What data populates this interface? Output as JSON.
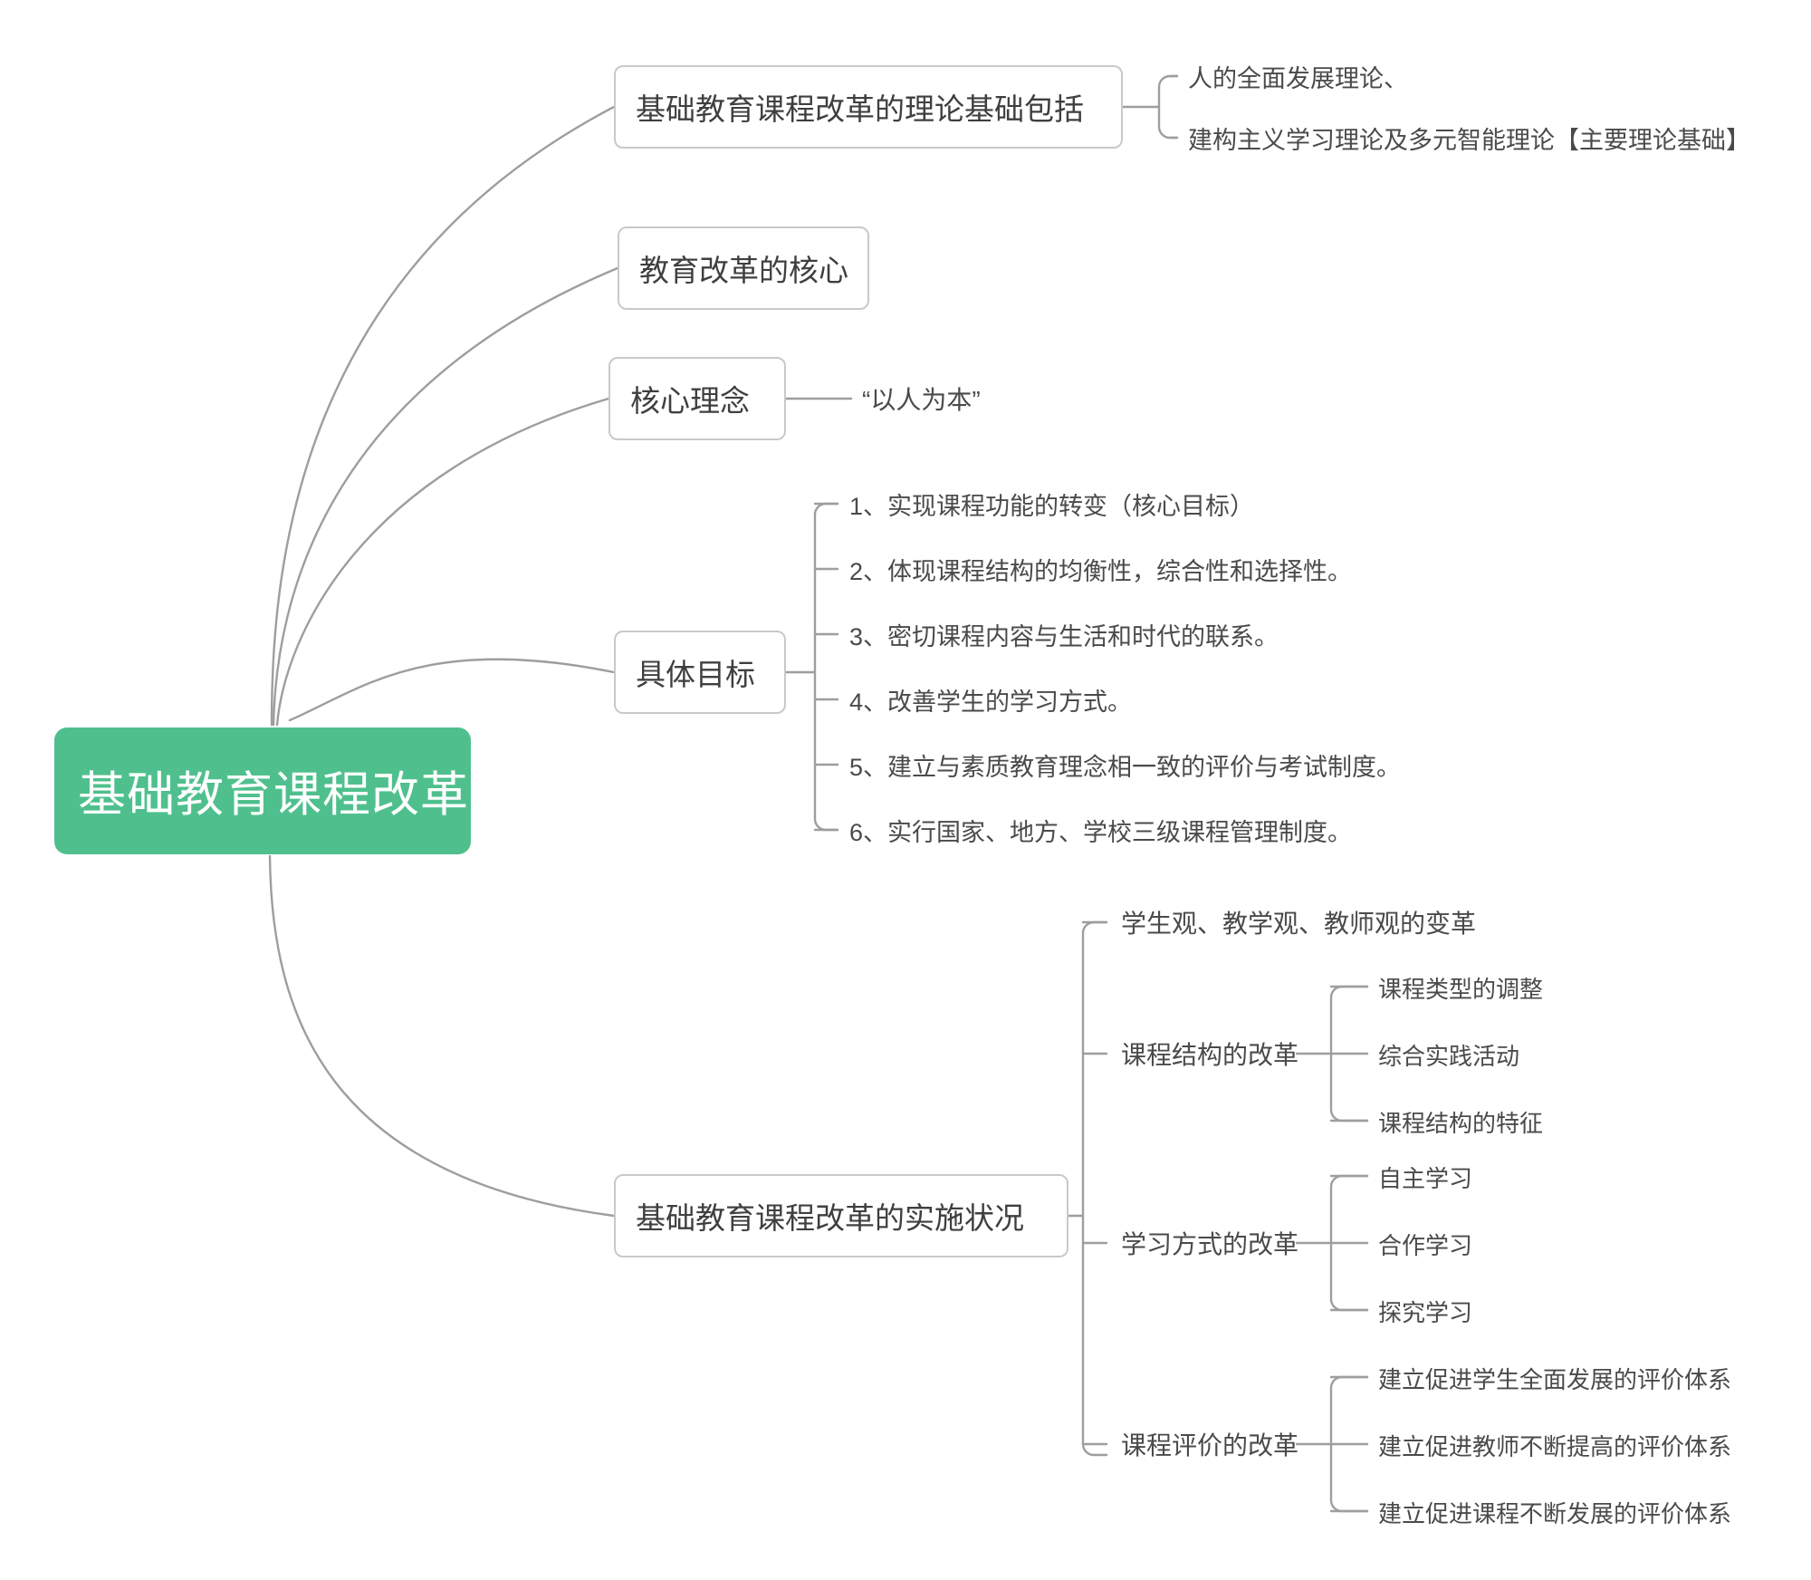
{
  "diagram": {
    "type": "mind-map",
    "title": "基础教育课程改革",
    "root": {
      "label": "基础教育课程改革",
      "color": "#4fc08d",
      "text_color": "#ffffff"
    },
    "line_color": "#9e9e9e",
    "box_border_color": "#c9c9c9",
    "text_color": "#3f3f3f",
    "branches": [
      {
        "label": "基础教育课程改革的理论基础包括",
        "children": [
          {
            "label": "人的全面发展理论、"
          },
          {
            "label": "建构主义学习理论及多元智能理论【主要理论基础】"
          }
        ]
      },
      {
        "label": "教育改革的核心",
        "children": []
      },
      {
        "label": "核心理念",
        "children": [
          {
            "label": "“以人为本”"
          }
        ]
      },
      {
        "label": "具体目标",
        "children": [
          {
            "label": "1、实现课程功能的转变（核心目标）"
          },
          {
            "label": "2、体现课程结构的均衡性，综合性和选择性。"
          },
          {
            "label": "3、密切课程内容与生活和时代的联系。"
          },
          {
            "label": "4、改善学生的学习方式。"
          },
          {
            "label": "5、建立与素质教育理念相一致的评价与考试制度。"
          },
          {
            "label": "6、实行国家、地方、学校三级课程管理制度。"
          }
        ]
      },
      {
        "label": "基础教育课程改革的实施状况",
        "children": [
          {
            "label": "学生观、教学观、教师观的变革",
            "children": []
          },
          {
            "label": "课程结构的改革",
            "children": [
              {
                "label": "课程类型的调整"
              },
              {
                "label": "综合实践活动"
              },
              {
                "label": "课程结构的特征"
              }
            ]
          },
          {
            "label": "学习方式的改革",
            "children": [
              {
                "label": "自主学习"
              },
              {
                "label": "合作学习"
              },
              {
                "label": "探究学习"
              }
            ]
          },
          {
            "label": "课程评价的改革",
            "children": [
              {
                "label": "建立促进学生全面发展的评价体系"
              },
              {
                "label": "建立促进教师不断提高的评价体系"
              },
              {
                "label": "建立促进课程不断发展的评价体系"
              }
            ]
          }
        ]
      }
    ]
  }
}
